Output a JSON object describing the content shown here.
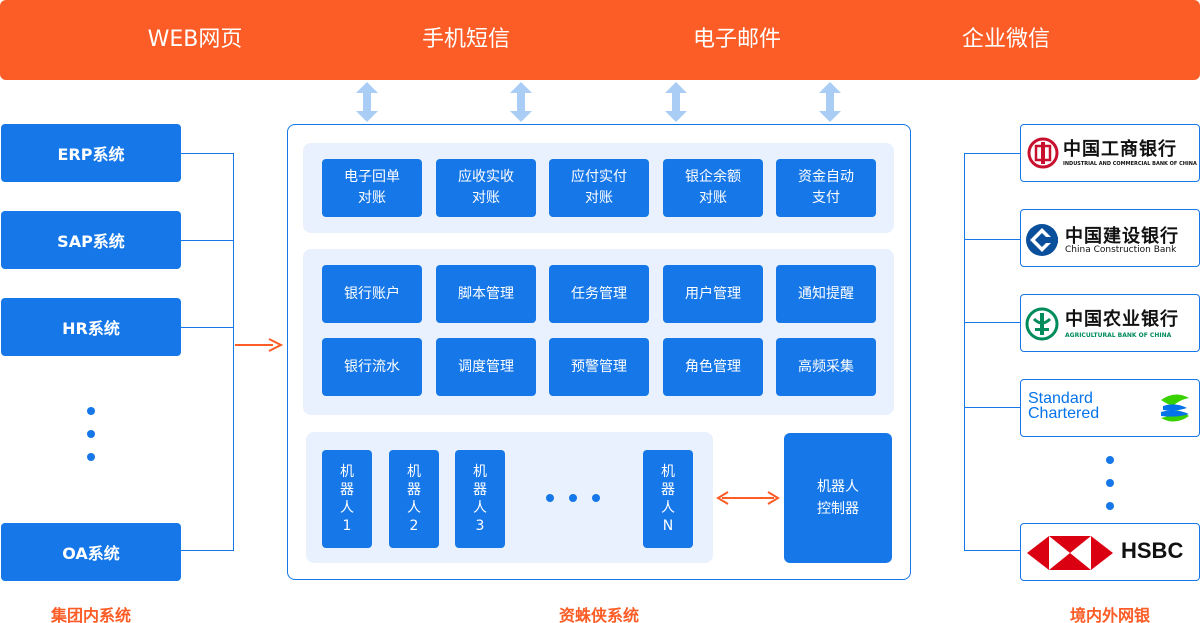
{
  "top_channels": [
    "WEB网页",
    "手机短信",
    "电子邮件",
    "企业微信"
  ],
  "left_systems": [
    "ERP系统",
    "SAP系统",
    "HR系统",
    "OA系统"
  ],
  "recon_modules": [
    [
      "电子回单",
      "对账"
    ],
    [
      "应收实收",
      "对账"
    ],
    [
      "应付实付",
      "对账"
    ],
    [
      "银企余额",
      "对账"
    ],
    [
      "资金自动",
      "支付"
    ]
  ],
  "mgmt_row1": [
    "银行账户",
    "脚本管理",
    "任务管理",
    "用户管理",
    "通知提醒"
  ],
  "mgmt_row2": [
    "银行流水",
    "调度管理",
    "预警管理",
    "角色管理",
    "高频采集"
  ],
  "robots": [
    [
      "机",
      "器",
      "人",
      "1"
    ],
    [
      "机",
      "器",
      "人",
      "2"
    ],
    [
      "机",
      "器",
      "人",
      "3"
    ],
    [
      "机",
      "器",
      "人",
      "N"
    ]
  ],
  "controller": [
    "机器人",
    "控制器"
  ],
  "banks": {
    "icbc": {
      "name": "中国工商银行",
      "en": "INDUSTRIAL AND COMMERCIAL BANK OF CHINA"
    },
    "ccb": {
      "name": "中国建设银行",
      "en": "China Construction Bank"
    },
    "abc": {
      "name": "中国农业银行",
      "en": "AGRICULTURAL BANK OF CHINA"
    },
    "sc": {
      "line1": "Standard",
      "line2": "Chartered"
    },
    "hsbc": {
      "name": "HSBC"
    }
  },
  "captions": {
    "left": "集团内系统",
    "center": "资蛛侠系统",
    "right": "境内外网银"
  },
  "colors": {
    "accent_orange": "#fc5c25",
    "primary_blue": "#1677e8",
    "panel_blue": "#e8f1fd",
    "arrow_light_blue": "#a9cdf5",
    "icbc_red": "#c8102e",
    "ccb_blue": "#0a4f9c",
    "abc_green": "#008c5a",
    "sc_blue": "#0473ea",
    "sc_green": "#38d200",
    "hsbc_red": "#db0011"
  }
}
